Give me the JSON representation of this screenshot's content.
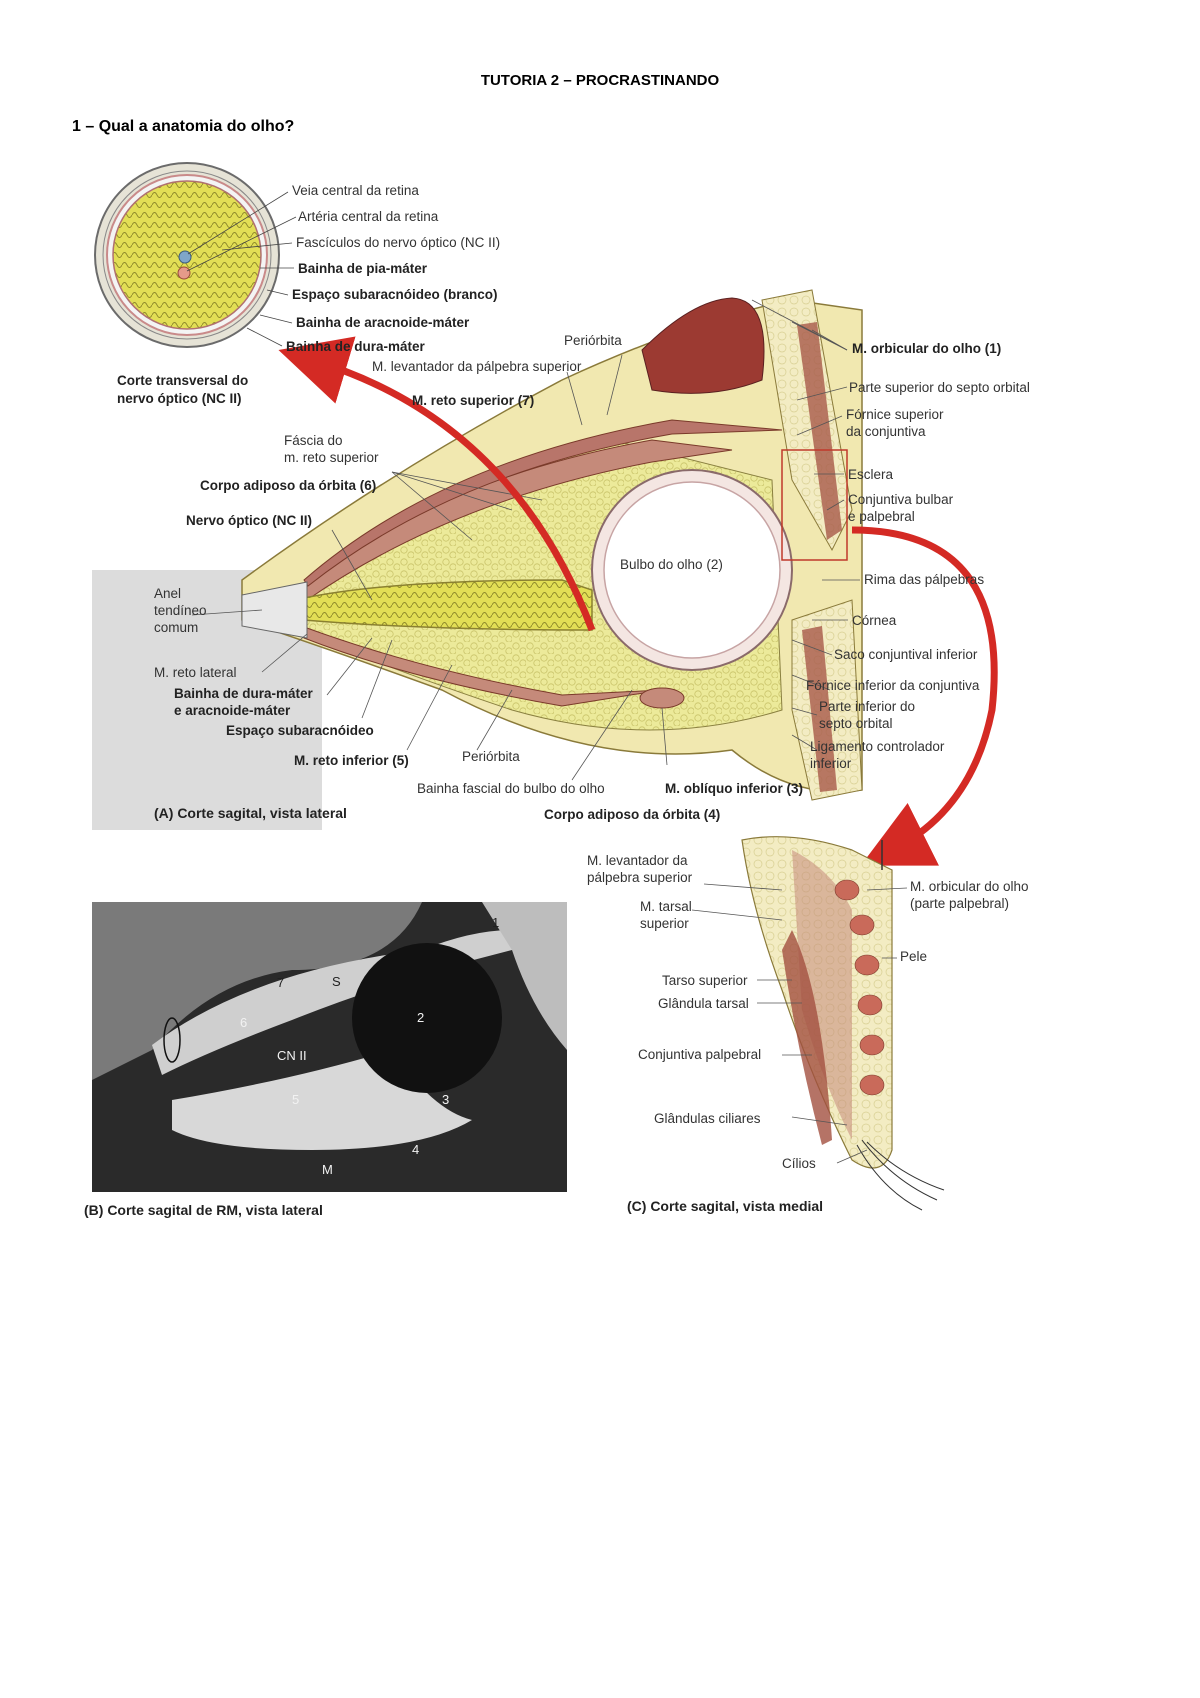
{
  "document": {
    "title": "TUTORIA 2 – PROCRASTINANDO",
    "question": "1 – Qual a anatomia do olho?"
  },
  "figure": {
    "inset_cross_section": {
      "labels": [
        "Veia central da retina",
        "Artéria central da retina",
        "Fascículos do nervo óptico (NC II)",
        "Bainha de pia-máter",
        "Espaço subaracnóideo (branco)",
        "Bainha de aracnoide-máter",
        "Bainha de dura-máter"
      ],
      "caption_line1": "Corte transversal do",
      "caption_line2": "nervo óptico (NC II)"
    },
    "panel_a": {
      "labels": {
        "periorbita_top": "Periórbita",
        "levantador": "M. levantador da pálpebra superior",
        "reto_superior": "M. reto superior (7)",
        "fascia_1": "Fáscia do",
        "fascia_2": "m. reto superior",
        "corpo_adiposo_6": "Corpo adiposo da órbita (6)",
        "nervo_optico": "Nervo óptico (NC II)",
        "anel_1": "Anel",
        "anel_2": "tendíneo",
        "anel_3": "comum",
        "reto_lateral": "M. reto lateral",
        "bainha_dura_1": "Bainha de dura-máter",
        "bainha_dura_2": "e aracnoide-máter",
        "espaco_sub": "Espaço subaracnóideo",
        "reto_inferior": "M. reto inferior (5)",
        "periorbita_bottom": "Periórbita",
        "bainha_fascial": "Bainha fascial do bulbo do olho",
        "obliquo_inferior": "M. oblíquo inferior (3)",
        "corpo_adiposo_4": "Corpo adiposo da órbita (4)",
        "bulbo": "Bulbo do olho (2)",
        "orbicular": "M. orbicular do olho (1)",
        "septo_sup": "Parte superior do septo orbital",
        "fornice_sup_1": "Fórnice superior",
        "fornice_sup_2": "da conjuntiva",
        "esclera": "Esclera",
        "conjuntiva_1": "Conjuntiva bulbar",
        "conjuntiva_2": "e palpebral",
        "rima": "Rima das pálpebras",
        "cornea": "Córnea",
        "saco": "Saco conjuntival inferior",
        "fornice_inf": "Fórnice inferior da conjuntiva",
        "septo_inf_1": "Parte inferior do",
        "septo_inf_2": "septo orbital",
        "ligamento_1": "Ligamento controlador",
        "ligamento_2": "inferior"
      },
      "caption": "(A) Corte sagital, vista lateral"
    },
    "panel_b": {
      "labels": [
        "1",
        "2",
        "3",
        "4",
        "5",
        "6",
        "7",
        "S",
        "CN II",
        "M"
      ],
      "caption": "(B) Corte sagital de RM, vista lateral"
    },
    "panel_c": {
      "labels": {
        "levantador_1": "M. levantador da",
        "levantador_2": "pálpebra superior",
        "tarsal_1": "M. tarsal",
        "tarsal_2": "superior",
        "orbicular_1": "M. orbicular do olho",
        "orbicular_2": "(parte palpebral)",
        "pele": "Pele",
        "tarso": "Tarso superior",
        "glandula": "Glândula tarsal",
        "conjuntiva": "Conjuntiva palpebral",
        "ciliares": "Glândulas ciliares",
        "cilios": "Cílios"
      },
      "caption": "(C) Corte sagital, vista medial"
    }
  },
  "colors": {
    "fat": "#e8e68a",
    "muscle": "#c58a7a",
    "arrow": "#d42a24",
    "bone": "#efe5a8",
    "mri_bg": "#2a2a2a"
  }
}
